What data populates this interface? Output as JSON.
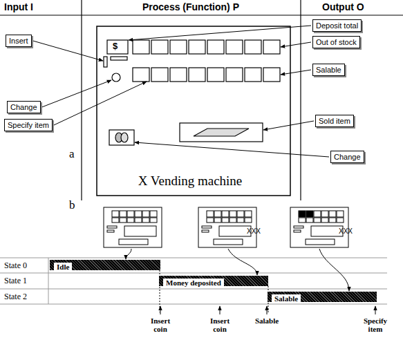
{
  "diagram": {
    "nodes": [
      {
        "text": [
          "Insert"
        ]
      },
      {
        "text": [
          "Change"
        ]
      },
      {
        "text": [
          "Specify item"
        ]
      },
      {
        "text": [
          "Deposit total"
        ]
      },
      {
        "text": [
          "Out of stock"
        ]
      },
      {
        "text": [
          "Salable"
        ]
      },
      {
        "text": [
          "Sold item"
        ]
      },
      {
        "text": [
          "Change"
        ]
      },
      {
        "text": [
          "Idle"
        ]
      },
      {
        "text": [
          "Money deposited"
        ]
      },
      {
        "text": [
          "Salable"
        ]
      }
    ],
    "labels": [
      "Input I",
      "Process (Function) P",
      "Output O",
      "$",
      "a",
      "X Vending machine",
      "b",
      "XXX",
      "XXX",
      "State 0",
      "State 1",
      "State 2",
      "Insert coin",
      "Insert coin",
      "Salable",
      "Specify item"
    ]
  }
}
